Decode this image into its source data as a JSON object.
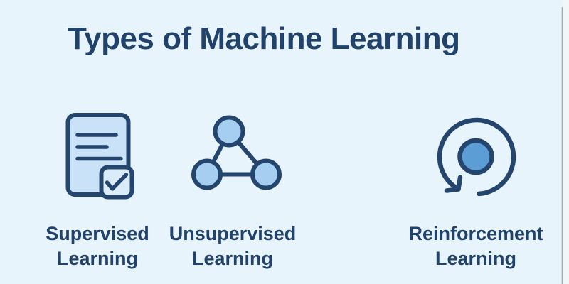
{
  "title": "Types of Machine Learning",
  "items": [
    {
      "label_line1": "Supervised",
      "label_line2": "Learning",
      "icon": "document-check-icon"
    },
    {
      "label_line1": "Unsupervised",
      "label_line2": "Learning",
      "icon": "network-triangle-icon"
    },
    {
      "label_line1": "Reinforcement",
      "label_line2": "Learning",
      "icon": "cycle-arrow-icon"
    }
  ],
  "colors": {
    "bg": "#e8f4fb",
    "text": "#21426b",
    "outline": "#24466e",
    "docfill": "#c9e2f7",
    "checkfill": "#daecfa",
    "nodefill": "#a6cef0",
    "corefill": "#5d9dd5",
    "edgeline": "#a0a8ae",
    "edgestrip": "#f2f6f8"
  }
}
